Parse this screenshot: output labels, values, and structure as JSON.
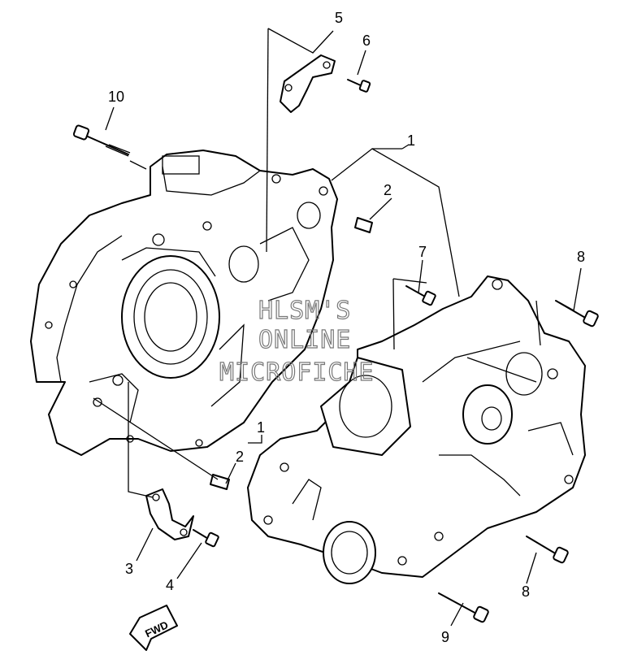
{
  "callouts": {
    "n1_top": "1",
    "n1_mid": "1",
    "n2_top": "2",
    "n2_bottom": "2",
    "n3": "3",
    "n4": "4",
    "n5": "5",
    "n6": "6",
    "n7": "7",
    "n8_top": "8",
    "n8_bottom": "8",
    "n9": "9",
    "n10": "10"
  },
  "watermark": {
    "line1": "HLSM'S",
    "line2": "ONLINE",
    "line3": "MICROFICHE"
  },
  "fwd_label": "FWD"
}
